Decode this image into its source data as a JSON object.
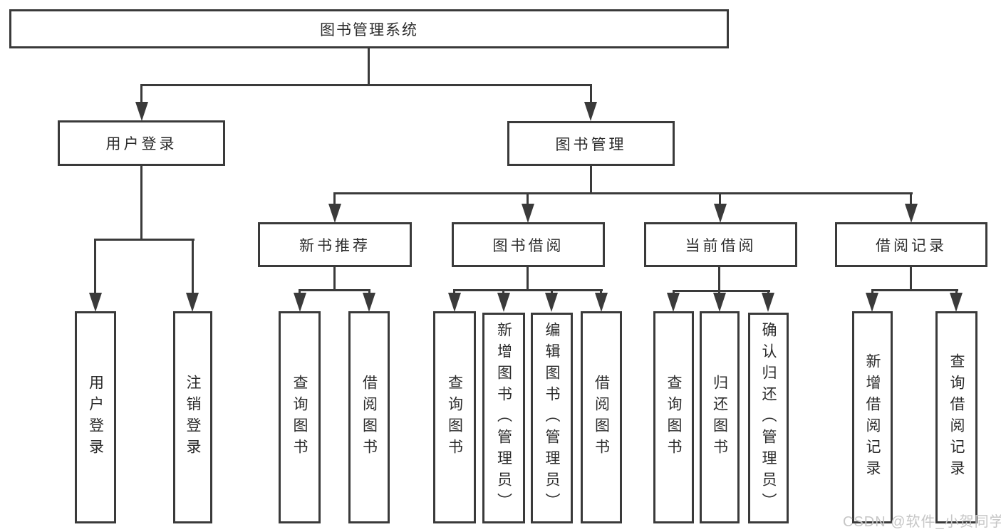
{
  "colors": {
    "background": "#ffffff",
    "line": "#3a3a3a",
    "box_border": "#3a3a3a",
    "box_fill": "#ffffff",
    "text": "#2b2b2b",
    "watermark": "#c6c6c6"
  },
  "watermark": {
    "text": "CSDN @软件_小贺同学"
  },
  "tree": {
    "root": {
      "label": "图书管理系统"
    },
    "branches": [
      {
        "label": "用户登录",
        "leaves": [
          {
            "label": "用户登录"
          },
          {
            "label": "注销登录"
          }
        ]
      },
      {
        "label": "图书管理",
        "groups": [
          {
            "label": "新书推荐",
            "leaves": [
              {
                "label": "查询图书"
              },
              {
                "label": "借阅图书"
              }
            ]
          },
          {
            "label": "图书借阅",
            "leaves": [
              {
                "label": "查询图书"
              },
              {
                "label": "新增图书（管理员）"
              },
              {
                "label": "编辑图书（管理员）"
              },
              {
                "label": "借阅图书"
              }
            ]
          },
          {
            "label": "当前借阅",
            "leaves": [
              {
                "label": "查询图书"
              },
              {
                "label": "归还图书"
              },
              {
                "label": "确认归还（管理员）"
              }
            ]
          },
          {
            "label": "借阅记录",
            "leaves": [
              {
                "label": "新增借阅记录"
              },
              {
                "label": "查询借阅记录"
              }
            ]
          }
        ]
      }
    ]
  }
}
